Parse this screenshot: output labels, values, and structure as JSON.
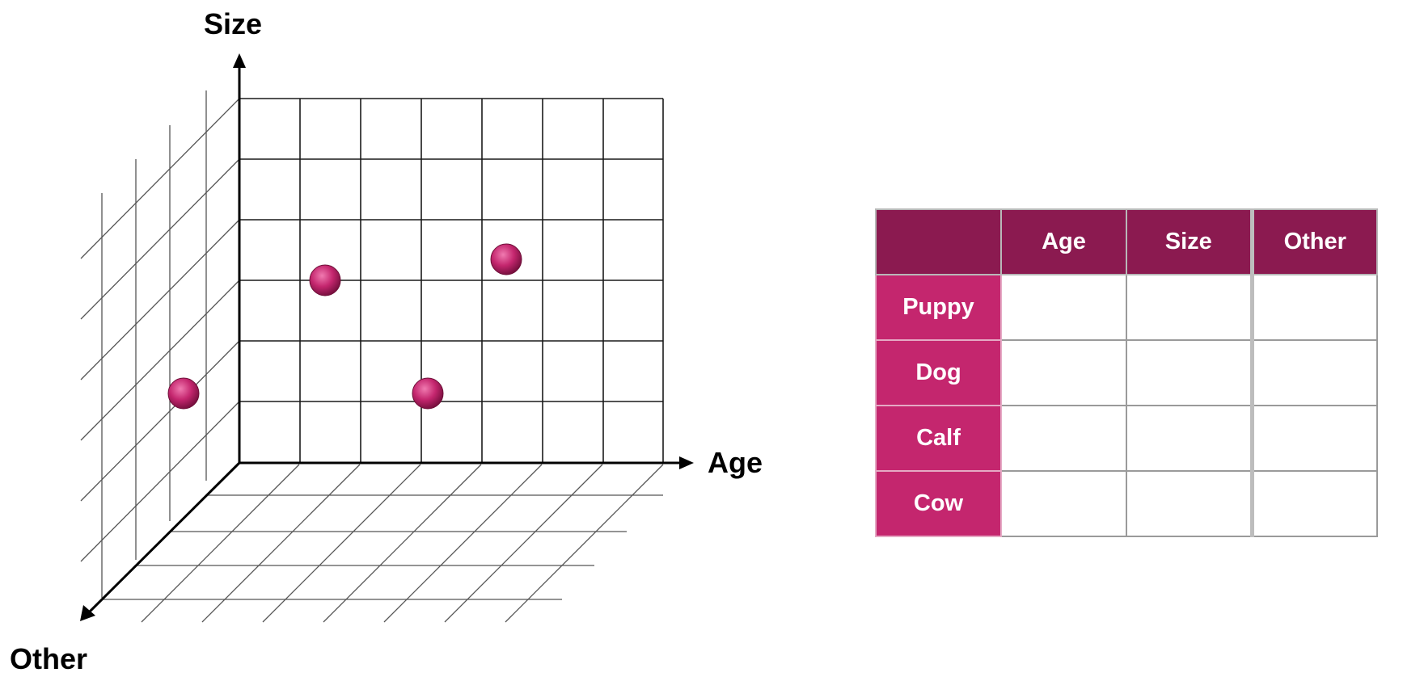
{
  "diagram": {
    "axes": {
      "y_label": "Size",
      "x_label": "Age",
      "z_label": "Other"
    },
    "point_color": "#c4266e",
    "grid_line_color": "#1a1a1a"
  },
  "table": {
    "header_color": "#8b1a50",
    "row_header_color": "#c4266e",
    "columns": [
      "Age",
      "Size",
      "Other"
    ],
    "rows": [
      {
        "label": "Puppy",
        "values": [
          "",
          "",
          ""
        ]
      },
      {
        "label": "Dog",
        "values": [
          "",
          "",
          ""
        ]
      },
      {
        "label": "Calf",
        "values": [
          "",
          "",
          ""
        ]
      },
      {
        "label": "Cow",
        "values": [
          "",
          "",
          ""
        ]
      }
    ]
  }
}
